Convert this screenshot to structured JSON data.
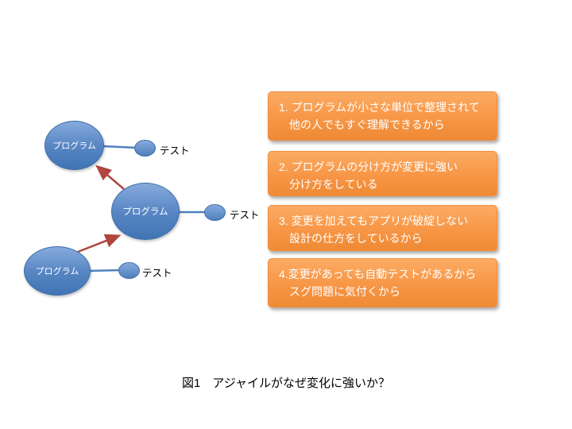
{
  "diagram": {
    "programs": [
      {
        "label": "プログラム"
      },
      {
        "label": "プログラム"
      },
      {
        "label": "プログラム"
      }
    ],
    "tests": [
      {
        "label": "テスト"
      },
      {
        "label": "テスト"
      },
      {
        "label": "テスト"
      }
    ]
  },
  "reasons": [
    {
      "line1": "1. プログラムが小さな単位で整理されて",
      "line2": "他の人でもすぐ理解できるから"
    },
    {
      "line1": "2. プログラムの分け方が変更に強い",
      "line2": "分け方をしている"
    },
    {
      "line1": "3. 変更を加えてもアプリが破綻しない",
      "line2": "設計の仕方をしているから"
    },
    {
      "line1": "4.変更があっても自動テストがあるから",
      "line2": "スグ問題に気付くから"
    }
  ],
  "caption": "図1　アジャイルがなぜ変化に強いか？",
  "colors": {
    "node_fill": "#4f81bd",
    "node_border": "#3c6da8",
    "box_fill": "#f79646",
    "arrow": "#b1463f",
    "connector": "#4f81bd"
  }
}
